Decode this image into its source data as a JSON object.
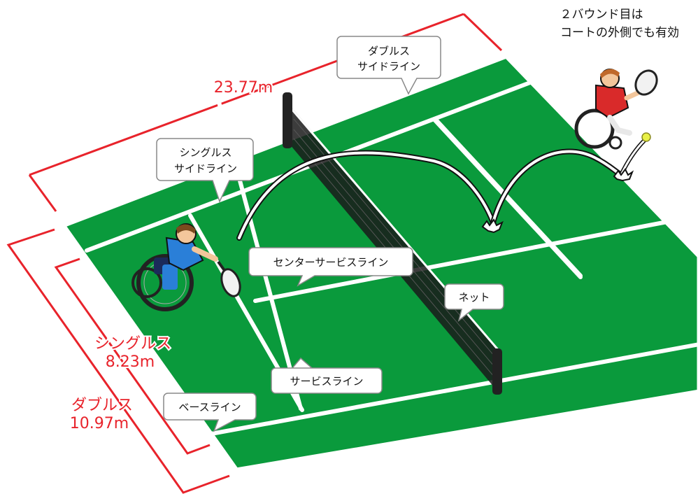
{
  "note": {
    "line1": "２バウンド目は",
    "line2": "コートの外側でも有効"
  },
  "labels": {
    "doubles_sideline": [
      "ダブルス",
      "サイドライン"
    ],
    "singles_sideline": [
      "シングルス",
      "サイドライン"
    ],
    "center_service_line": "センターサービスライン",
    "net": "ネット",
    "service_line": "サービスライン",
    "baseline": "ベースライン"
  },
  "dimensions": {
    "length": "23.77m",
    "singles": [
      "シングルス",
      "8.23m"
    ],
    "doubles": [
      "ダブルス",
      "10.97m"
    ]
  },
  "colors": {
    "court": "#0a9a3c",
    "court_line": "#ffffff",
    "dimension": "#e8232b",
    "outline": "#111111"
  }
}
